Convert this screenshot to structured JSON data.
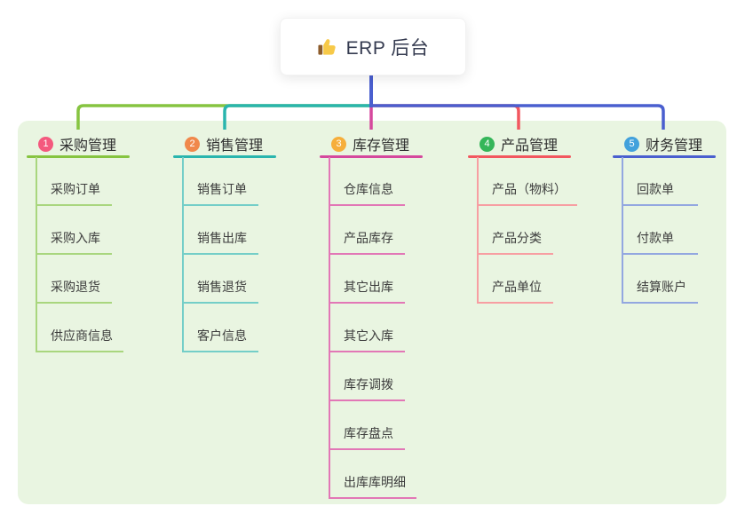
{
  "root": {
    "label": "ERP 后台",
    "icon": "thumbs-up-icon",
    "connector_color": "#4A5FCF"
  },
  "canvas": {
    "background": "#FFFFFF",
    "panel_background": "#E9F5E1"
  },
  "branches": [
    {
      "index": "1",
      "title": "采购管理",
      "badge_color": "#F4597E",
      "line_color": "#86C440",
      "child_line_color": "#A9D67E",
      "items": [
        "采购订单",
        "采购入库",
        "采购退货",
        "供应商信息"
      ]
    },
    {
      "index": "2",
      "title": "销售管理",
      "badge_color": "#F0884B",
      "line_color": "#2AB5AE",
      "child_line_color": "#74CEC8",
      "items": [
        "销售订单",
        "销售出库",
        "销售退货",
        "客户信息"
      ]
    },
    {
      "index": "3",
      "title": "库存管理",
      "badge_color": "#F6AE3B",
      "line_color": "#D5489D",
      "child_line_color": "#E277B6",
      "items": [
        "仓库信息",
        "产品库存",
        "其它出库",
        "其它入库",
        "库存调拨",
        "库存盘点",
        "出库库明细"
      ]
    },
    {
      "index": "4",
      "title": "产品管理",
      "badge_color": "#35B659",
      "line_color": "#F2575F",
      "child_line_color": "#F79EA2",
      "items": [
        "产品（物料）",
        "产品分类",
        "产品单位"
      ]
    },
    {
      "index": "5",
      "title": "财务管理",
      "badge_color": "#42A1DC",
      "line_color": "#4A5FCF",
      "child_line_color": "#93A7E0",
      "items": [
        "回款单",
        "付款单",
        "结算账户"
      ]
    }
  ]
}
